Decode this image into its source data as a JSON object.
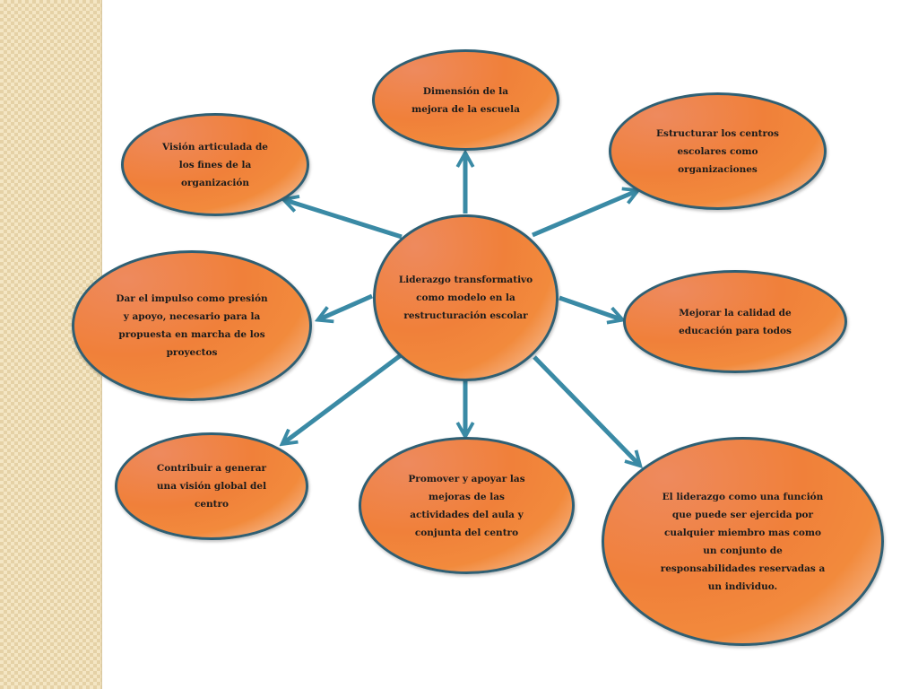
{
  "diagram": {
    "center": "Liderazgo transformativo como modelo en la restructuración escolar",
    "nodes": {
      "dimension": "Dimensión de la mejora de la escuela",
      "estructurar": "Estructurar los centros escolares como organizaciones",
      "vision_articulada": "Visión articulada de los fines de la organización",
      "dar_impulso": "Dar el impulso como presión y apoyo, necesario para la propuesta en marcha de los proyectos",
      "mejorar_calidad": "Mejorar la calidad de educación para todos",
      "contribuir": "Contribuir a generar una visión global del centro",
      "promover": "Promover y apoyar las mejoras de las actividades del aula y conjunta del centro",
      "liderazgo_funcion": "El liderazgo como una función que puede ser ejercida por cualquier miembro mas como un conjunto de responsabilidades reservadas a un individuo."
    },
    "colors": {
      "arrow": "#3a8aa5",
      "node_border": "#2f5f73",
      "node_fill": "#f0803a",
      "strip": "#f4e6c4"
    }
  }
}
